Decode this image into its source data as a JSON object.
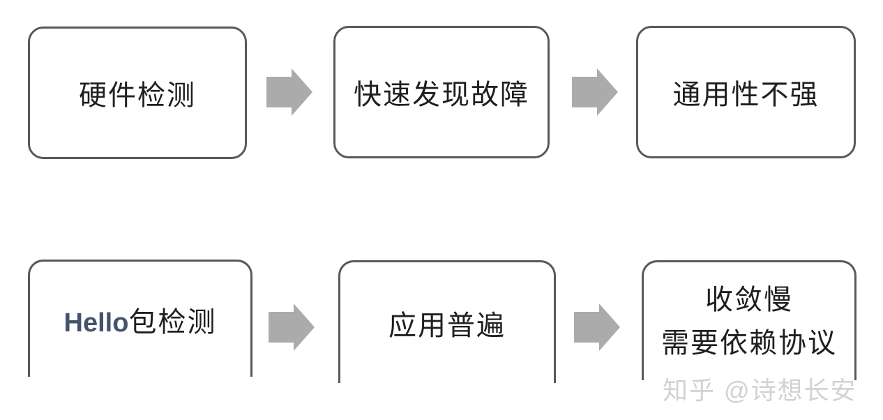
{
  "diagram": {
    "rows": [
      {
        "steps": [
          {
            "label": "硬件检测"
          },
          {
            "label": "快速发现故障"
          },
          {
            "label": "通用性不强"
          }
        ]
      },
      {
        "steps": [
          {
            "label_en": "Hello",
            "label_zh": "包检测"
          },
          {
            "label": "应用普遍"
          },
          {
            "label_line1": "收敛慢",
            "label_line2": "需要依赖协议"
          }
        ]
      }
    ]
  },
  "watermark": {
    "text": "知乎 @诗想长安"
  },
  "colors": {
    "background": "#ffffff",
    "box_border": "#595959",
    "box_fill": "#ffffff",
    "text": "#1f1f1f",
    "hello_text": "#44546c",
    "arrow": "#ababab",
    "watermark": "#d2d2d2"
  }
}
